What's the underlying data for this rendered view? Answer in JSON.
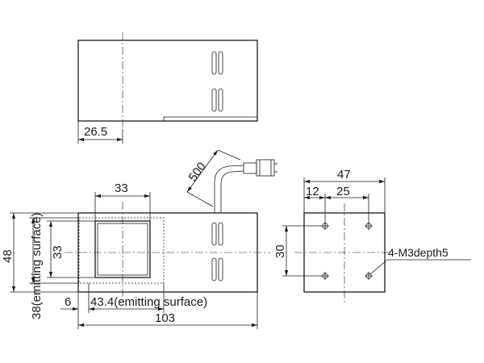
{
  "dimensions": {
    "top_offset": "26.5",
    "window_width": "33",
    "cable_length": "500",
    "height_total": "48",
    "emitting_height": "38(emitting surface)",
    "window_height": "33",
    "edge_offset": "6",
    "emitting_width": "43.4(emitting surface)",
    "length_total": "103",
    "end_width": "47",
    "hole_offset": "12",
    "hole_pitch_x": "25",
    "hole_pitch_y": "30",
    "thread_callout": "4-M3depth5"
  }
}
